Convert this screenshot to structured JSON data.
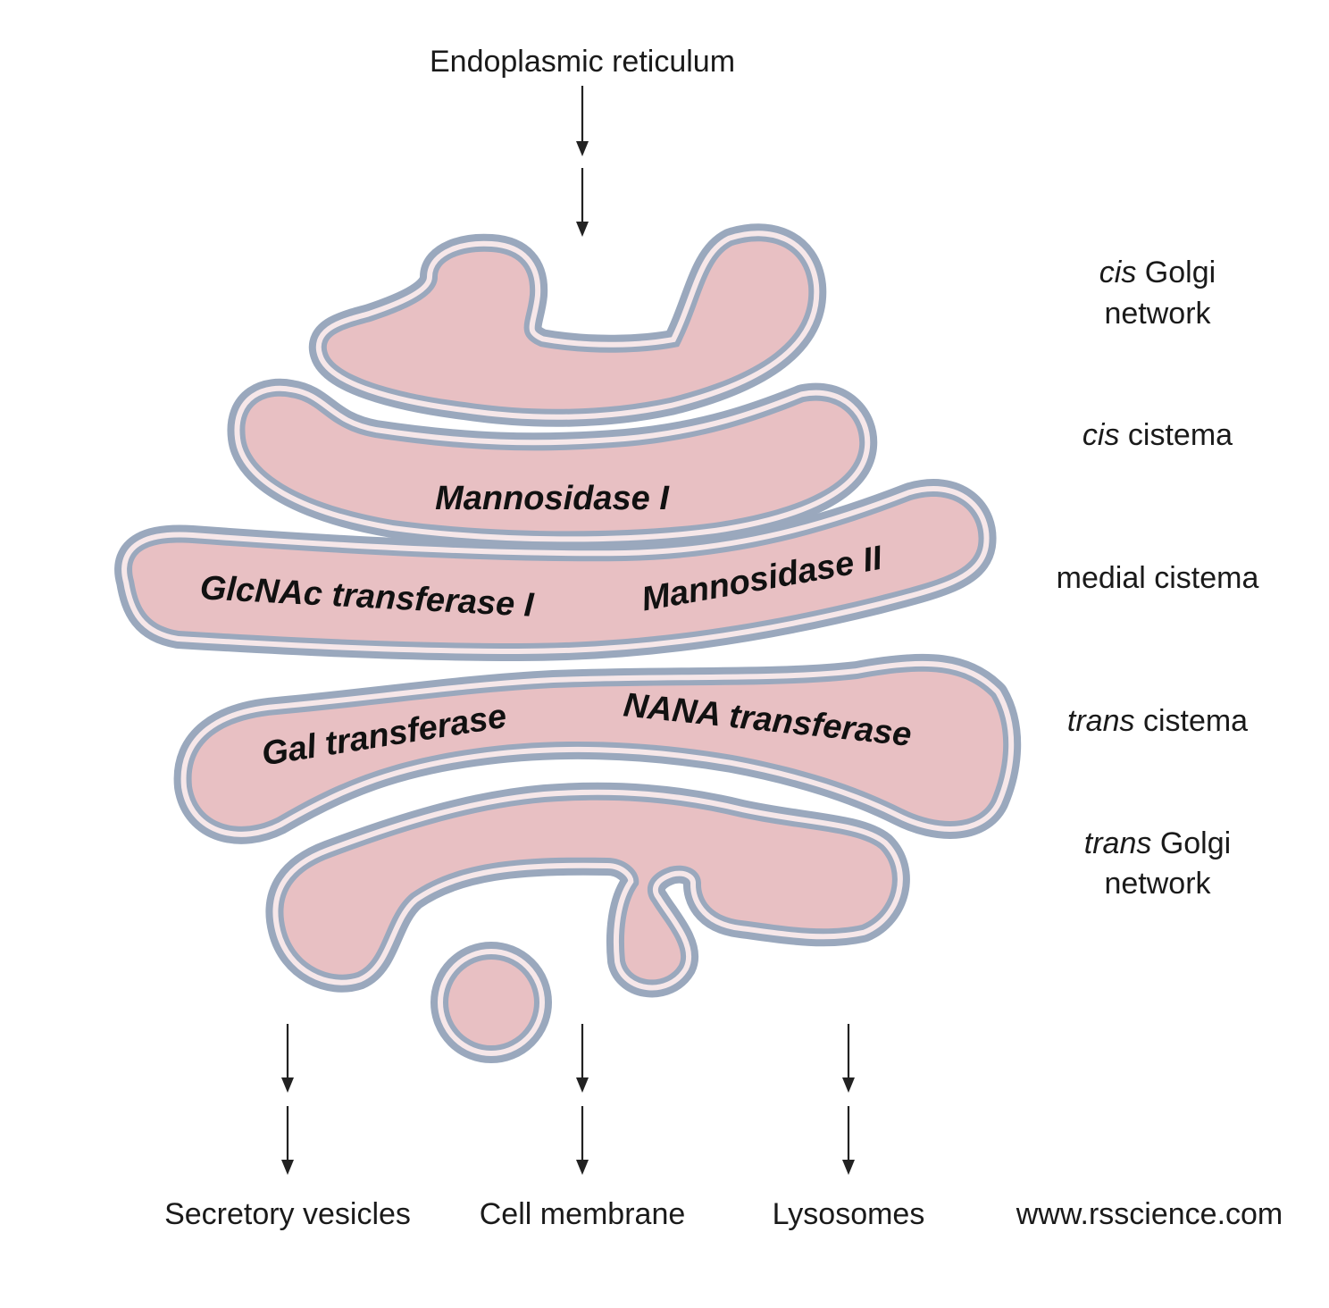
{
  "source_label": "Endoplasmic reticulum",
  "levels": {
    "cis_golgi": {
      "prefix": "cis",
      "line1_rest": " Golgi",
      "line2": "network"
    },
    "cis_cistema": {
      "prefix": "cis",
      "rest": " cistema"
    },
    "medial_cistema": {
      "text": "medial cistema"
    },
    "trans_cistema": {
      "prefix": "trans",
      "rest": " cistema"
    },
    "trans_golgi": {
      "prefix": "trans",
      "line1_rest": " Golgi",
      "line2": "network"
    }
  },
  "enzymes": {
    "mannosidase_1": "Mannosidase I",
    "glcnac_transferase_1": "GlcNAc transferase I",
    "mannosidase_2": "Mannosidase II",
    "gal_transferase": "Gal transferase",
    "nana_transferase": "NANA transferase"
  },
  "destinations": [
    "Secretory vesicles",
    "Cell membrane",
    "Lysosomes"
  ],
  "website": "www.rsscience.com",
  "colors": {
    "lumen": "#e8c0c3",
    "membrane": "#9aa8bd",
    "membrane_gap": "#f6e7e9",
    "arrow": "#222222"
  }
}
